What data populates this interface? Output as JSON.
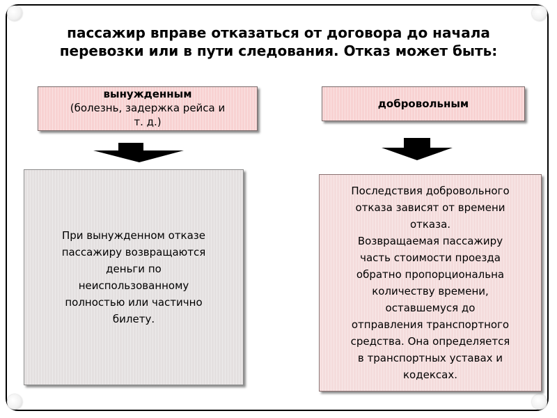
{
  "slide": {
    "title_lines": [
      "пассажир вправе отказаться от договора до начала",
      "перевозки или в пути следования. Отказ может быть:"
    ]
  },
  "left": {
    "label_bold": "вынужденным",
    "label_note_lines": [
      "(болезнь, задержка рейса и",
      "т. д.)"
    ],
    "content_lines": [
      "При вынужденном отказе",
      "пассажиру возвращаются",
      "деньги по",
      "неиспользованному",
      "полностью или частично",
      "билету."
    ]
  },
  "right": {
    "label_bold": "добровольным",
    "content_lines": [
      "Последствия добровольного",
      "отказа зависят от времени",
      "отказа.",
      "Возвращаемая пассажиру",
      "часть стоимости проезда",
      "обратно пропорциональна",
      "количеству времени,",
      "оставшемуся до",
      "отправления транспортного",
      "средства. Она определяется",
      "в транспортных уставах и",
      "кодексах."
    ]
  },
  "colors": {
    "label_fill": "#f8d2d2",
    "left_content_fill": "#e4e0e0",
    "right_content_fill": "#f4dcdc",
    "arrow": "#000000"
  },
  "icons": {
    "arrow": "down-arrow-icon"
  }
}
